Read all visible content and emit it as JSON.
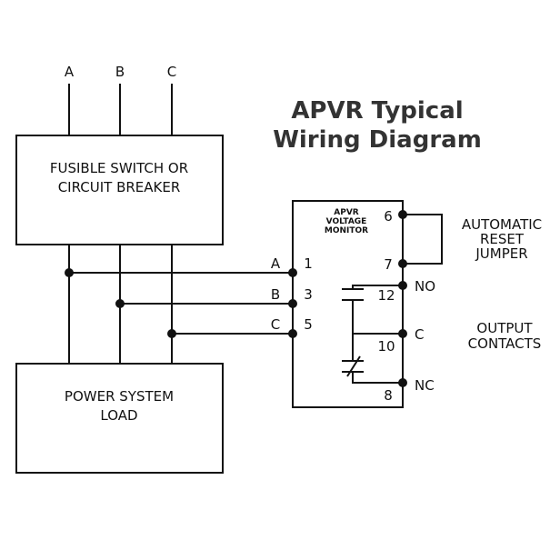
{
  "title": {
    "line1": "APVR Typical",
    "line2": "Wiring Diagram"
  },
  "phases": [
    "A",
    "B",
    "C"
  ],
  "breaker_box": {
    "line1": "FUSIBLE SWITCH OR",
    "line2": "CIRCUIT BREAKER"
  },
  "load_box": {
    "line1": "POWER SYSTEM",
    "line2": "LOAD"
  },
  "monitor": {
    "line1": "APVR",
    "line2": "VOLTAGE",
    "line3": "MONITOR"
  },
  "input_terminals": [
    {
      "phase": "A",
      "number": "1"
    },
    {
      "phase": "B",
      "number": "3"
    },
    {
      "phase": "C",
      "number": "5"
    }
  ],
  "right_terminals": {
    "t6": "6",
    "t7": "7",
    "t12": "12",
    "t10": "10",
    "t8": "8"
  },
  "contact_labels": {
    "no": "NO",
    "c": "C",
    "nc": "NC"
  },
  "jumper_label": {
    "line1": "AUTOMATIC",
    "line2": "RESET",
    "line3": "JUMPER"
  },
  "output_label": {
    "line1": "OUTPUT",
    "line2": "CONTACTS"
  },
  "colors": {
    "line": "#111111",
    "title": "#333333"
  }
}
